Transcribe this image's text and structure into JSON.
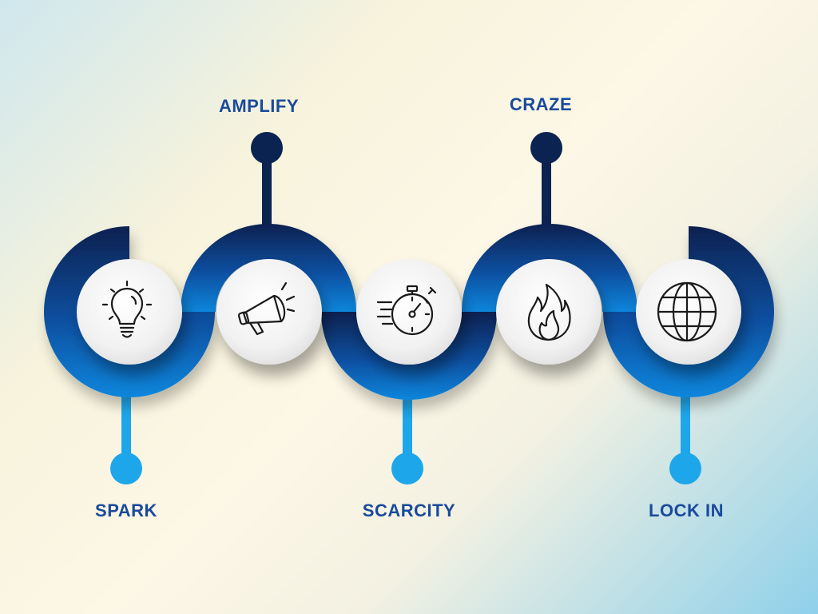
{
  "diagram": {
    "colors": {
      "band_top": "#0a2150",
      "band_bottom": "#0e7fd6",
      "pin_top": "#0b2350",
      "pin_bottom": "#1ea6ea",
      "label": "#1a4a9c",
      "node_fill": "#f4f4f4",
      "icon_stroke": "#1a1a1a"
    },
    "steps": [
      {
        "id": "spark",
        "label": "SPARK",
        "icon": "lightbulb-icon",
        "pin": "bottom"
      },
      {
        "id": "amplify",
        "label": "AMPLIFY",
        "icon": "megaphone-icon",
        "pin": "top"
      },
      {
        "id": "scarcity",
        "label": "SCARCITY",
        "icon": "stopwatch-icon",
        "pin": "bottom"
      },
      {
        "id": "craze",
        "label": "CRAZE",
        "icon": "flame-icon",
        "pin": "top"
      },
      {
        "id": "lock_in",
        "label": "LOCK IN",
        "icon": "globe-icon",
        "pin": "bottom"
      }
    ]
  }
}
